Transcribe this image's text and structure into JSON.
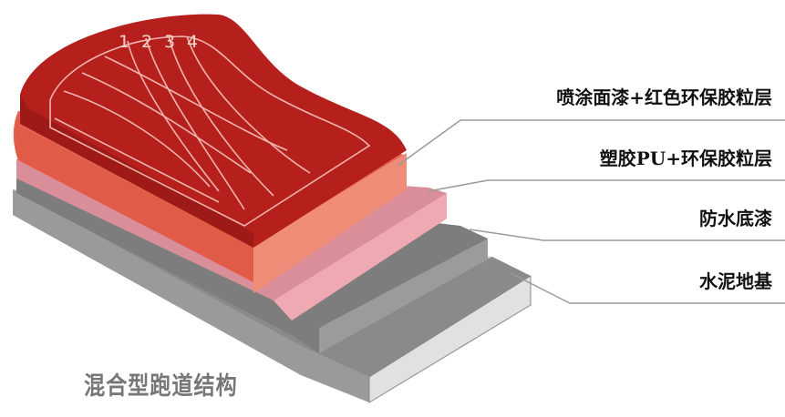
{
  "diagram": {
    "title": "混合型跑道结构",
    "lane_numbers": [
      "1",
      "2",
      "3",
      "4"
    ],
    "layers": [
      {
        "label": "喷涂面漆+红色环保胶粒层",
        "color": "#b9221f"
      },
      {
        "label": "塑胶PU+环保胶粒层",
        "color": "#e8705f"
      },
      {
        "label": "防水底漆",
        "color": "#e99aa2"
      },
      {
        "label": "水泥地基",
        "color": "#8e8e8e"
      }
    ]
  }
}
